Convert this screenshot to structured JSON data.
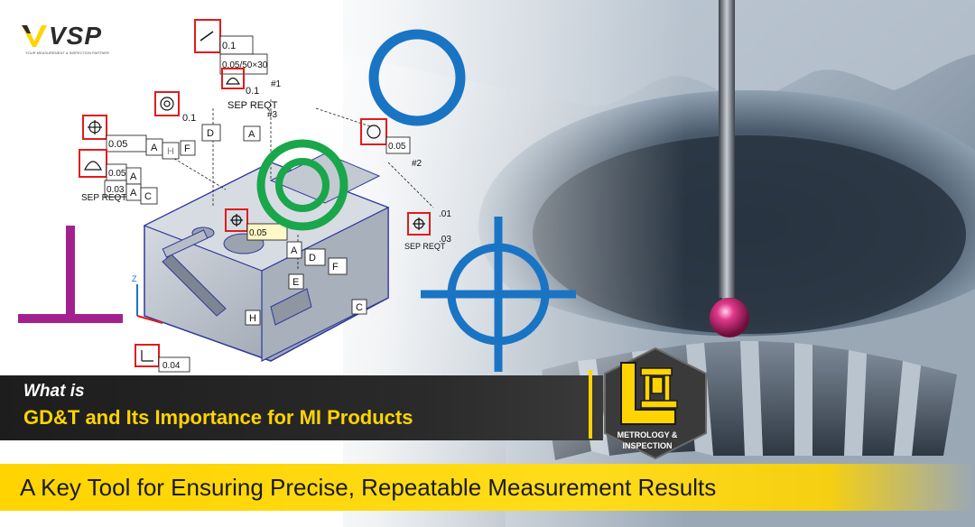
{
  "brand": {
    "logo": "VSP",
    "tagline": "YOUR MEASUREMENT & INSPECTION PARTNER"
  },
  "headline": {
    "intro": "What is",
    "title": "GD&T and Its Importance for MI Products"
  },
  "badge": {
    "label_line1": "METROLOGY &",
    "label_line2": "INSPECTION"
  },
  "subtitle": "A Key Tool for Ensuring Precise, Repeatable Measurement Results",
  "drawing_callouts": {
    "t1": "0.1",
    "t2": "0.05/50×30",
    "t3": "0.1",
    "t4": "SEP REQT",
    "t5": "#1",
    "t6": "#3",
    "t7": "0.1",
    "t8": "D",
    "t9": "A",
    "t10": "F",
    "t11": "0.05",
    "t12": "A",
    "t13": "H",
    "t14": "0.05",
    "t15": "A",
    "t16": "0.03",
    "t17": "A",
    "t18": "C",
    "t19": "SEP REQT",
    "t20": "0.05",
    "t21": "#2",
    "t22": "0.05",
    "t23": "A",
    "t24": "D",
    "t25": "F",
    "t26": "E",
    "t27": "C",
    "t28": "H",
    "t29": "0.04",
    "t30": ".01",
    "t31": ".03",
    "t32": "SEP REQT",
    "t33": "A",
    "t34": "Z"
  },
  "colors": {
    "accent_yellow": "#ffd400",
    "symbol_blue": "#1a74c4",
    "symbol_green": "#1aa64a",
    "symbol_magenta": "#a3218f",
    "callout_red": "#e21b1b"
  },
  "icons": [
    "gdt-circularity-icon",
    "gdt-concentricity-icon",
    "gdt-position-icon",
    "gdt-perpendicularity-icon",
    "cmm-machine-icon"
  ]
}
